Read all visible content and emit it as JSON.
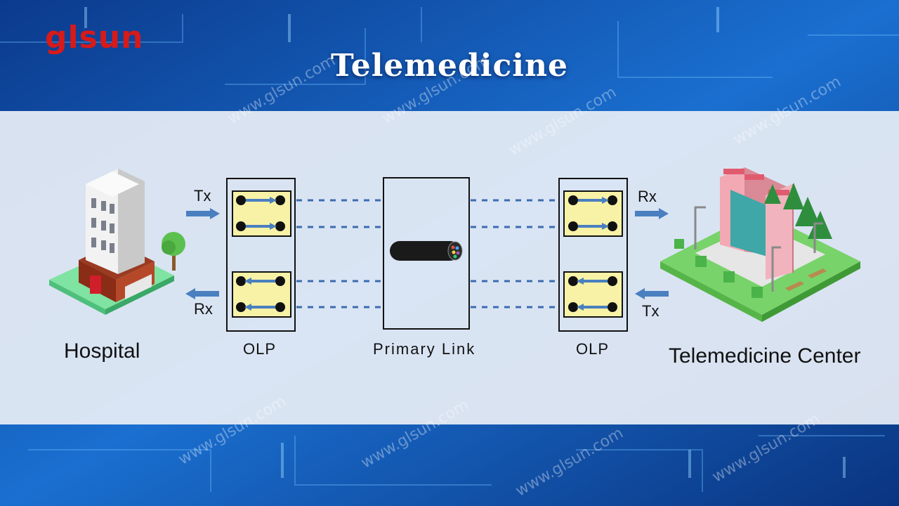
{
  "brand": {
    "logo_text": "glsun",
    "logo_color": "#d71a1a"
  },
  "watermark": "www.glsun.com",
  "title": "Telemedicine",
  "hospital": {
    "label": "Hospital",
    "tx": "Tx",
    "rx": "Rx"
  },
  "center": {
    "label": "Telemedicine Center",
    "tx": "Tx",
    "rx": "Rx"
  },
  "olp_left": {
    "label": "OLP"
  },
  "olp_right": {
    "label": "OLP"
  },
  "link": {
    "label": "Primary Link"
  },
  "colors": {
    "background": "#0a3d8f",
    "panel": "#e8eef6",
    "module_fill": "#f7f2a6",
    "arrow": "#4a7fc0",
    "dash": "#3d6cb0"
  }
}
